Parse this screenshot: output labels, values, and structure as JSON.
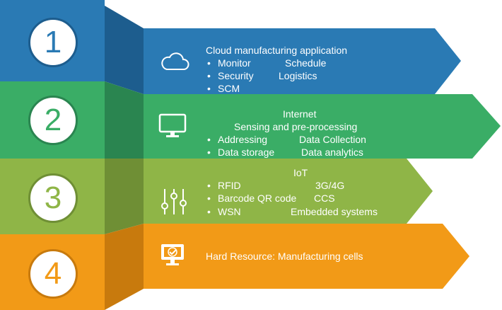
{
  "colors": {
    "blue": "#2a7ab4",
    "blue_dark": "#1d5d8e",
    "green": "#3aad66",
    "green_dark": "#2a8550",
    "lime": "#8fb547",
    "lime_dark": "#6f8f35",
    "orange": "#f29a17",
    "orange_dark": "#c87a0d"
  },
  "layers": [
    {
      "number": "1",
      "icon": "cloud-icon",
      "title": "Cloud manufacturing application",
      "items": [
        [
          "Monitor",
          "Schedule"
        ],
        [
          "Security",
          "Logistics"
        ],
        [
          "SCM"
        ]
      ]
    },
    {
      "number": "2",
      "icon": "monitor-icon",
      "title": "Internet",
      "subtitle": "Sensing and pre-processing",
      "items": [
        [
          "Addressing",
          "Data Collection"
        ],
        [
          "Data storage",
          "Data analytics"
        ]
      ]
    },
    {
      "number": "3",
      "icon": "sliders-icon",
      "title": "IoT",
      "items": [
        [
          "RFID",
          "3G/4G"
        ],
        [
          "Barcode QR code",
          "CCS"
        ],
        [
          "WSN",
          "Embedded systems"
        ]
      ]
    },
    {
      "number": "4",
      "icon": "monitor-check-icon",
      "title": "Hard Resource: Manufacturing cells"
    }
  ]
}
